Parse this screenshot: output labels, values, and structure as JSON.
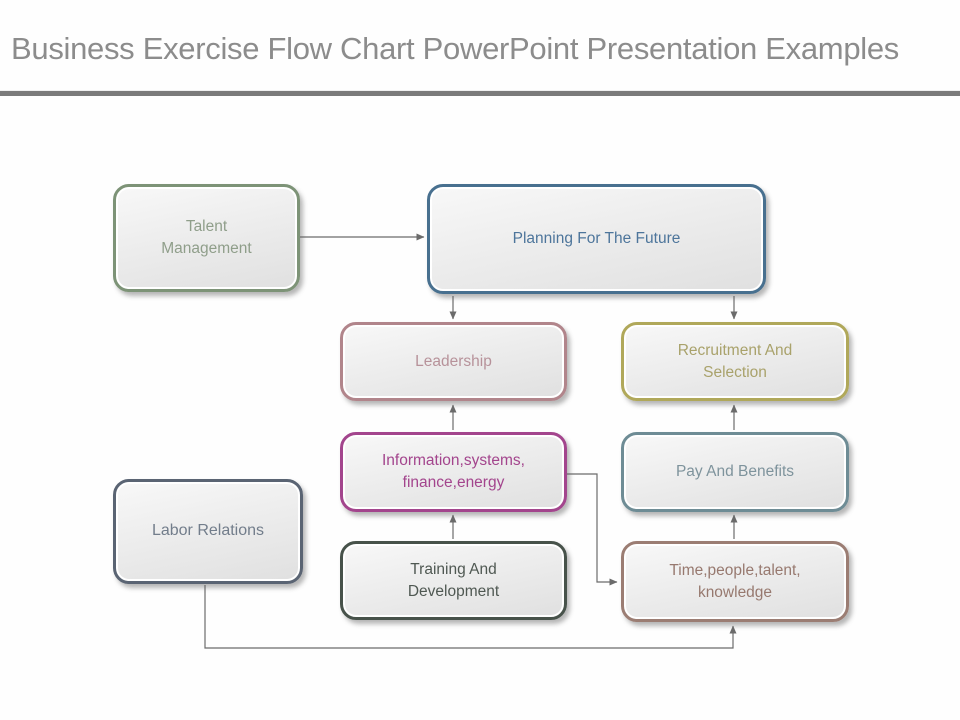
{
  "title": "Business Exercise Flow Chart PowerPoint Presentation Examples",
  "colors": {
    "title_text": "#8c8c8c",
    "divider": "#7b7b7b",
    "connector": "#6b6b6b",
    "slide_background": "#fefefe",
    "box_fill_top": "#f8f8f8",
    "box_fill_bottom": "#e0e0e0"
  },
  "boxes": [
    {
      "id": "talent-management",
      "label": "Talent Management",
      "lines": [
        "Talent",
        "Management"
      ],
      "border_color": "#7d9377",
      "text_color": "#8f9e8a"
    },
    {
      "id": "planning-for-the-future",
      "label": "Planning For The Future",
      "lines": [
        "Planning For The Future"
      ],
      "border_color": "#48708f",
      "text_color": "#4d759b"
    },
    {
      "id": "leadership",
      "label": "Leadership",
      "lines": [
        "Leadership"
      ],
      "border_color": "#b1858b",
      "text_color": "#b7929a"
    },
    {
      "id": "recruitment-and-selection",
      "label": "Recruitment And Selection",
      "lines": [
        "Recruitment And",
        "Selection"
      ],
      "border_color": "#b0a85a",
      "text_color": "#a9a26b"
    },
    {
      "id": "information-systems-finance-energy",
      "label": "Information,systems, finance,energy",
      "lines": [
        "Information,systems,",
        "finance,energy"
      ],
      "border_color": "#a3458d",
      "text_color": "#a3458d"
    },
    {
      "id": "pay-and-benefits",
      "label": "Pay And Benefits",
      "lines": [
        "Pay And Benefits"
      ],
      "border_color": "#6e8c95",
      "text_color": "#7e939c"
    },
    {
      "id": "labor-relations",
      "label": "Labor Relations",
      "lines": [
        "Labor Relations"
      ],
      "border_color": "#5a6473",
      "text_color": "#727d8b"
    },
    {
      "id": "training-and-development",
      "label": "Training And Development",
      "lines": [
        "Training And",
        "Development"
      ],
      "border_color": "#47524a",
      "text_color": "#4f5852"
    },
    {
      "id": "time-people-talent-knowledge",
      "label": "Time,people,talent, knowledge",
      "lines": [
        "Time,people,talent,",
        "knowledge"
      ],
      "border_color": "#9b7d73",
      "text_color": "#97796f"
    }
  ],
  "edges": [
    {
      "from": "Talent Management",
      "to": "Planning For The Future"
    },
    {
      "from": "Planning For The Future",
      "to": "Leadership"
    },
    {
      "from": "Planning For The Future",
      "to": "Recruitment And Selection"
    },
    {
      "from": "Information,systems, finance,energy",
      "to": "Leadership"
    },
    {
      "from": "Training And Development",
      "to": "Information,systems, finance,energy"
    },
    {
      "from": "Pay And Benefits",
      "to": "Recruitment And Selection"
    },
    {
      "from": "Time,people,talent, knowledge",
      "to": "Pay And Benefits"
    },
    {
      "from": "Information,systems, finance,energy",
      "to": "Time,people,talent, knowledge"
    },
    {
      "from": "Labor Relations",
      "to": "Time,people,talent, knowledge"
    }
  ]
}
